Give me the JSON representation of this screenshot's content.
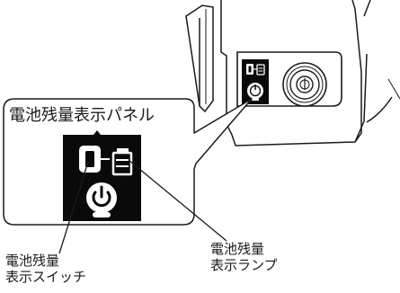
{
  "panel": {
    "title": "電池残量表示パネル"
  },
  "labels": {
    "switch": {
      "line1": "電池残量",
      "line2": "表示スイッチ"
    },
    "lamp": {
      "line1": "電池残量",
      "line2": "表示ランプ"
    }
  },
  "colors": {
    "line": "#1a1a1a",
    "panel": "#0a0a0a",
    "background": "#ffffff"
  },
  "icons": [
    "battery-icon",
    "battery-lamp-icon",
    "power-icon",
    "dial-knob-icon"
  ]
}
